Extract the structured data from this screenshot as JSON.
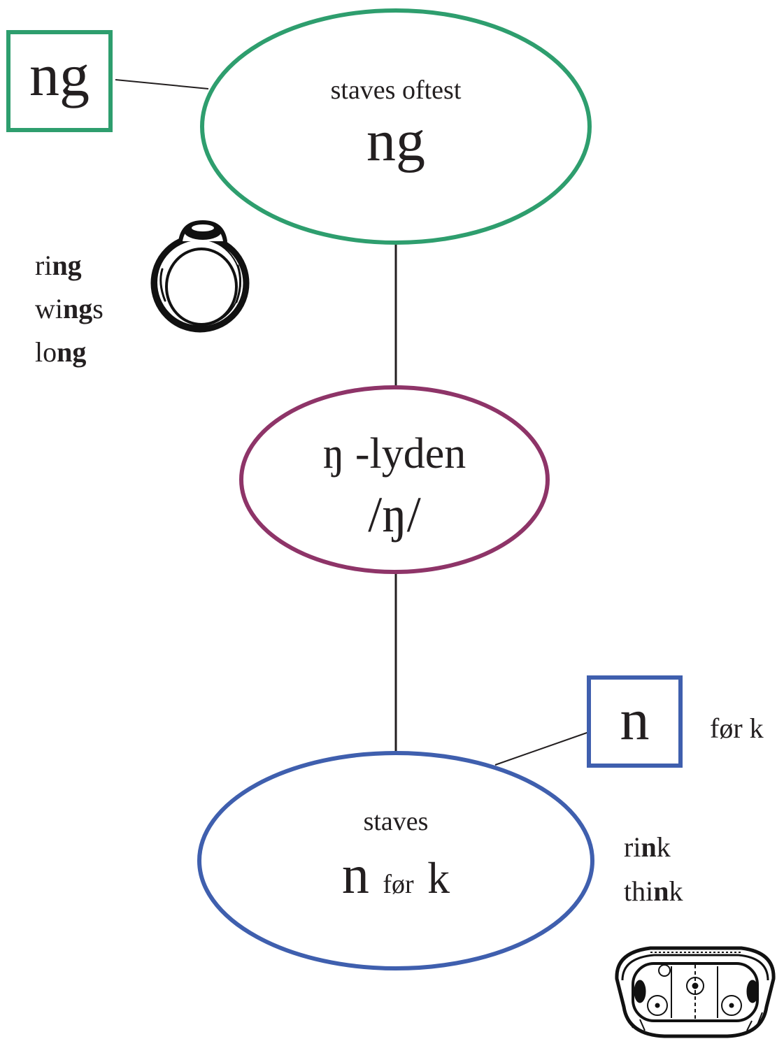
{
  "colors": {
    "green": "#2e9e6e",
    "purple": "#8e3468",
    "blue": "#3f5fae",
    "line": "#231f20"
  },
  "top": {
    "box_label": "ng",
    "caption": "staves oftest",
    "grapheme": "ng",
    "example_words": [
      {
        "pre": "ri",
        "bold": "ng",
        "post": ""
      },
      {
        "pre": "wi",
        "bold": "ng",
        "post": "s"
      },
      {
        "pre": "lo",
        "bold": "ng",
        "post": ""
      }
    ],
    "icon": "ring-icon"
  },
  "middle": {
    "symbol": "ŋ",
    "title_suffix": "-lyden",
    "ipa": "/ŋ/"
  },
  "bottom": {
    "box_label": "n",
    "box_note": "før k",
    "caption": "staves",
    "grapheme_n": "n",
    "grapheme_mid": "før",
    "grapheme_k": "k",
    "example_words": [
      {
        "pre": "ri",
        "bold": "n",
        "post": "k"
      },
      {
        "pre": "thi",
        "bold": "n",
        "post": "k"
      }
    ],
    "icon": "ice-rink-icon"
  }
}
